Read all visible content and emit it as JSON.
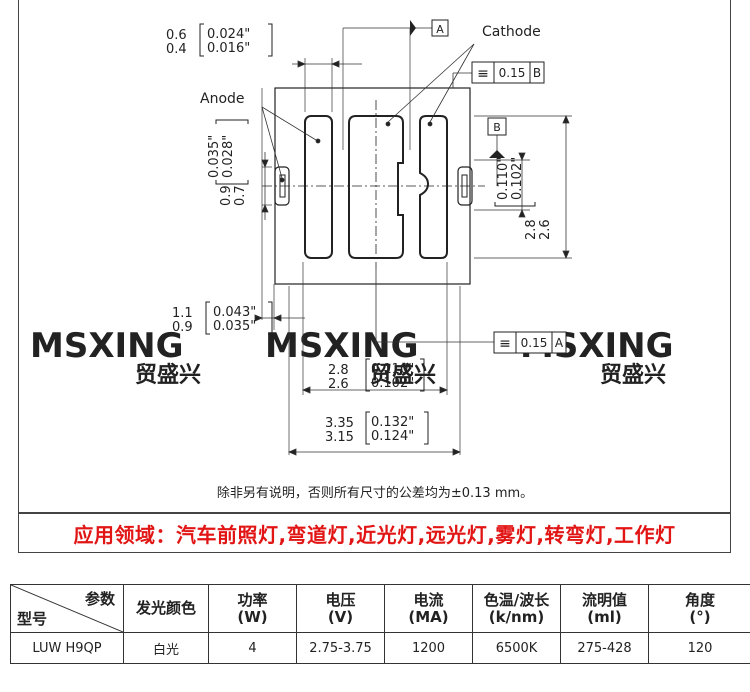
{
  "drawing": {
    "labels": {
      "cathode": "Cathode",
      "anode": "Anode",
      "datum_a": "A",
      "datum_b": "B"
    },
    "dimensions": {
      "pad_gap": {
        "mm": [
          "0.6",
          "0.4"
        ],
        "inch": [
          "0.024\"",
          "0.016\""
        ]
      },
      "notch_width": {
        "mm": [
          "0.9",
          "0.7"
        ],
        "inch": [
          "0.035\"",
          "0.028\""
        ]
      },
      "height": {
        "mm": [
          "2.8",
          "2.6"
        ],
        "inch": [
          "0.110\"",
          "0.102\""
        ]
      },
      "pad_offset": {
        "mm": [
          "1.1",
          "0.9"
        ],
        "inch": [
          "0.043\"",
          "0.035\""
        ]
      },
      "pad_span": {
        "mm": [
          "2.8",
          "2.6"
        ],
        "inch": [
          "0.110\"",
          "0.102\""
        ]
      },
      "width": {
        "mm": [
          "3.35",
          "3.15"
        ],
        "inch": [
          "0.132\"",
          "0.124\""
        ]
      }
    },
    "tolerance_frames": [
      {
        "symbol": "≡",
        "value": "0.15",
        "datum": "B"
      },
      {
        "symbol": "≡",
        "value": "0.15",
        "datum": "A"
      }
    ],
    "watermark": {
      "brand": "MSXING",
      "chinese": "贸盛兴"
    },
    "note": "除非另有说明，否则所有尺寸的公差均为±0.13 mm。"
  },
  "application": "应用领域：汽车前照灯,弯道灯,近光灯,远光灯,雾灯,转弯灯,工作灯",
  "table": {
    "header_param": "参数",
    "header_model": "型号",
    "headers": [
      {
        "line1": "发光颜色",
        "line2": ""
      },
      {
        "line1": "功率",
        "line2": "(W)"
      },
      {
        "line1": "电压",
        "line2": "(V)"
      },
      {
        "line1": "电流",
        "line2": "(MA)"
      },
      {
        "line1": "色温/波长",
        "line2": "(k/nm)"
      },
      {
        "line1": "流明值",
        "line2": "(ml)"
      },
      {
        "line1": "角度",
        "line2": "(°)"
      }
    ],
    "row": [
      "LUW H9QP",
      "白光",
      "4",
      "2.75-3.75",
      "1200",
      "6500K",
      "275-428",
      "120"
    ]
  }
}
